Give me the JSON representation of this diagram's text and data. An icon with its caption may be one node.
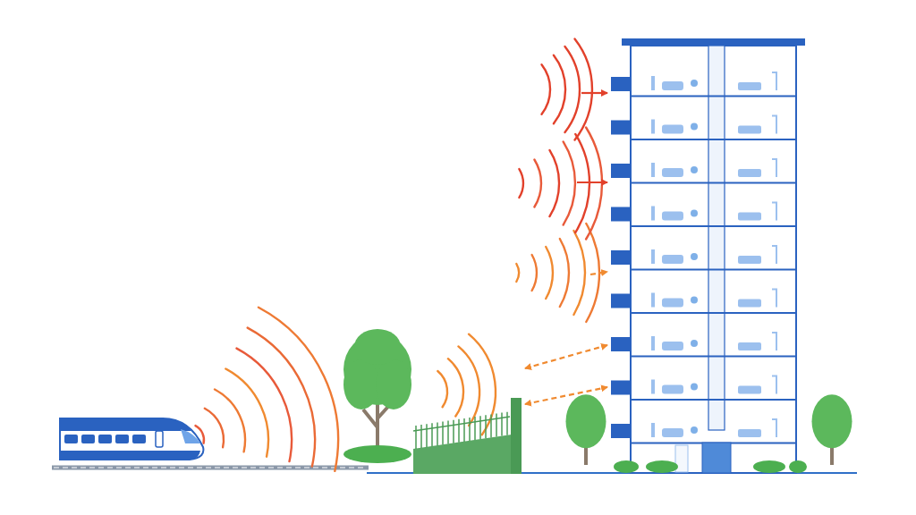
{
  "diagram": {
    "nodes": [
      {
        "text": [],
        "shape": "picture"
      },
      {
        "text": [],
        "shape": "picture"
      },
      {
        "text": [],
        "shape": "picture"
      },
      {
        "text": [],
        "shape": "picture"
      }
    ],
    "edges": [
      {
        "from": null,
        "to": 3,
        "arrow": "to",
        "color": "#e2412b"
      },
      {
        "from": null,
        "to": 3,
        "arrow": "to",
        "color": "#e2412b"
      },
      {
        "from": null,
        "to": 3,
        "arrow": "to",
        "style": "dashed",
        "color": "#f08a30"
      },
      {
        "from": 2,
        "to": 3,
        "arrow": "both",
        "style": "dashed",
        "color": "#f08a30"
      },
      {
        "from": 2,
        "to": 3,
        "arrow": "both",
        "style": "dashed",
        "color": "#f08a30"
      }
    ]
  }
}
